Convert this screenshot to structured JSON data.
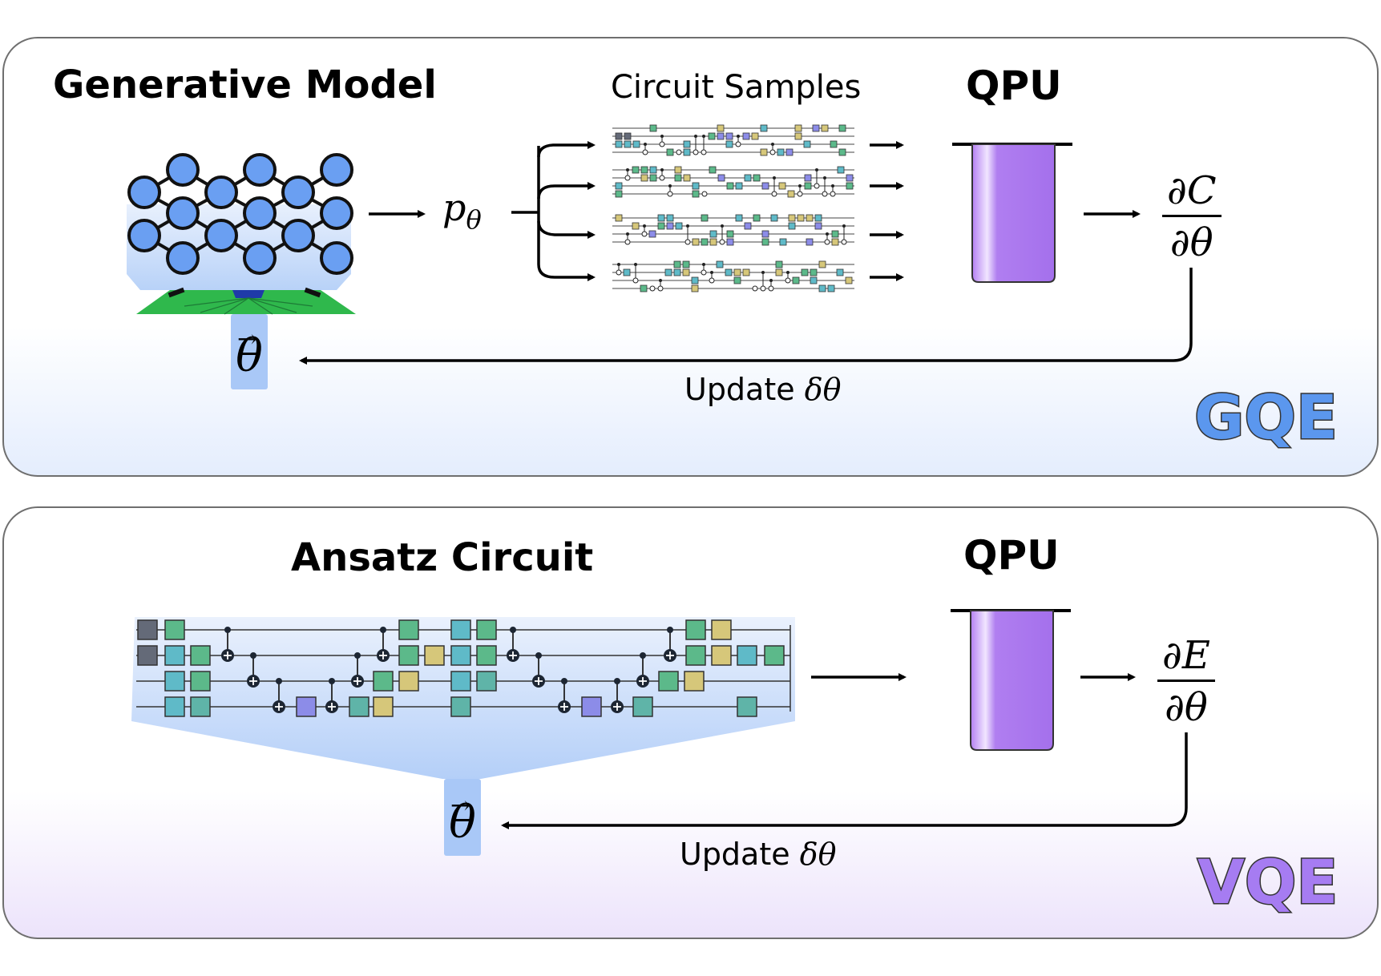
{
  "gqe": {
    "title": "Generative Model",
    "samples_label": "Circuit Samples",
    "qpu_label": "QPU",
    "distribution": "p",
    "distribution_sub": "θ",
    "derivative_num": "∂C",
    "derivative_den": "∂θ",
    "param": "θ",
    "update_label": "Update",
    "update_math": "δθ",
    "tag": "GQE",
    "tag_color": "#5b97ee"
  },
  "vqe": {
    "title": "Ansatz Circuit",
    "qpu_label": "QPU",
    "derivative_num": "∂E",
    "derivative_den": "∂θ",
    "param": "θ",
    "update_label": "Update",
    "update_math": "δθ",
    "tag": "VQE",
    "tag_color": "#a67cf2"
  },
  "colors": {
    "node": "#6a9ff2",
    "gate_green": "#5cb98a",
    "gate_teal": "#5fbac8",
    "gate_olive": "#d6c77a",
    "gate_purple": "#8c8ce8",
    "gate_dark": "#646a78",
    "qpu": "#b07ef0",
    "chip": "#2fb84c"
  }
}
